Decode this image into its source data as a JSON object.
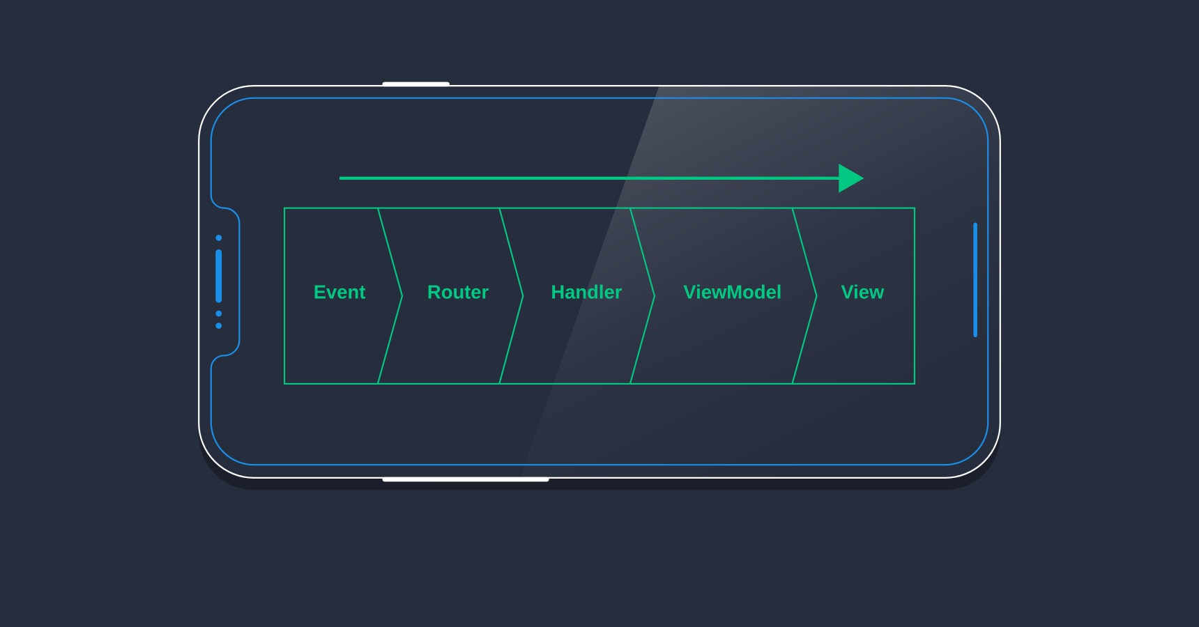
{
  "colors": {
    "background": "#262d3d",
    "flow": "#00c882",
    "device_accent": "#1a8fe8",
    "device_outline": "#ffffff"
  },
  "diagram": {
    "direction": "left-to-right",
    "stages": [
      {
        "label": "Event"
      },
      {
        "label": "Router"
      },
      {
        "label": "Handler"
      },
      {
        "label": "ViewModel"
      },
      {
        "label": "View"
      }
    ]
  }
}
